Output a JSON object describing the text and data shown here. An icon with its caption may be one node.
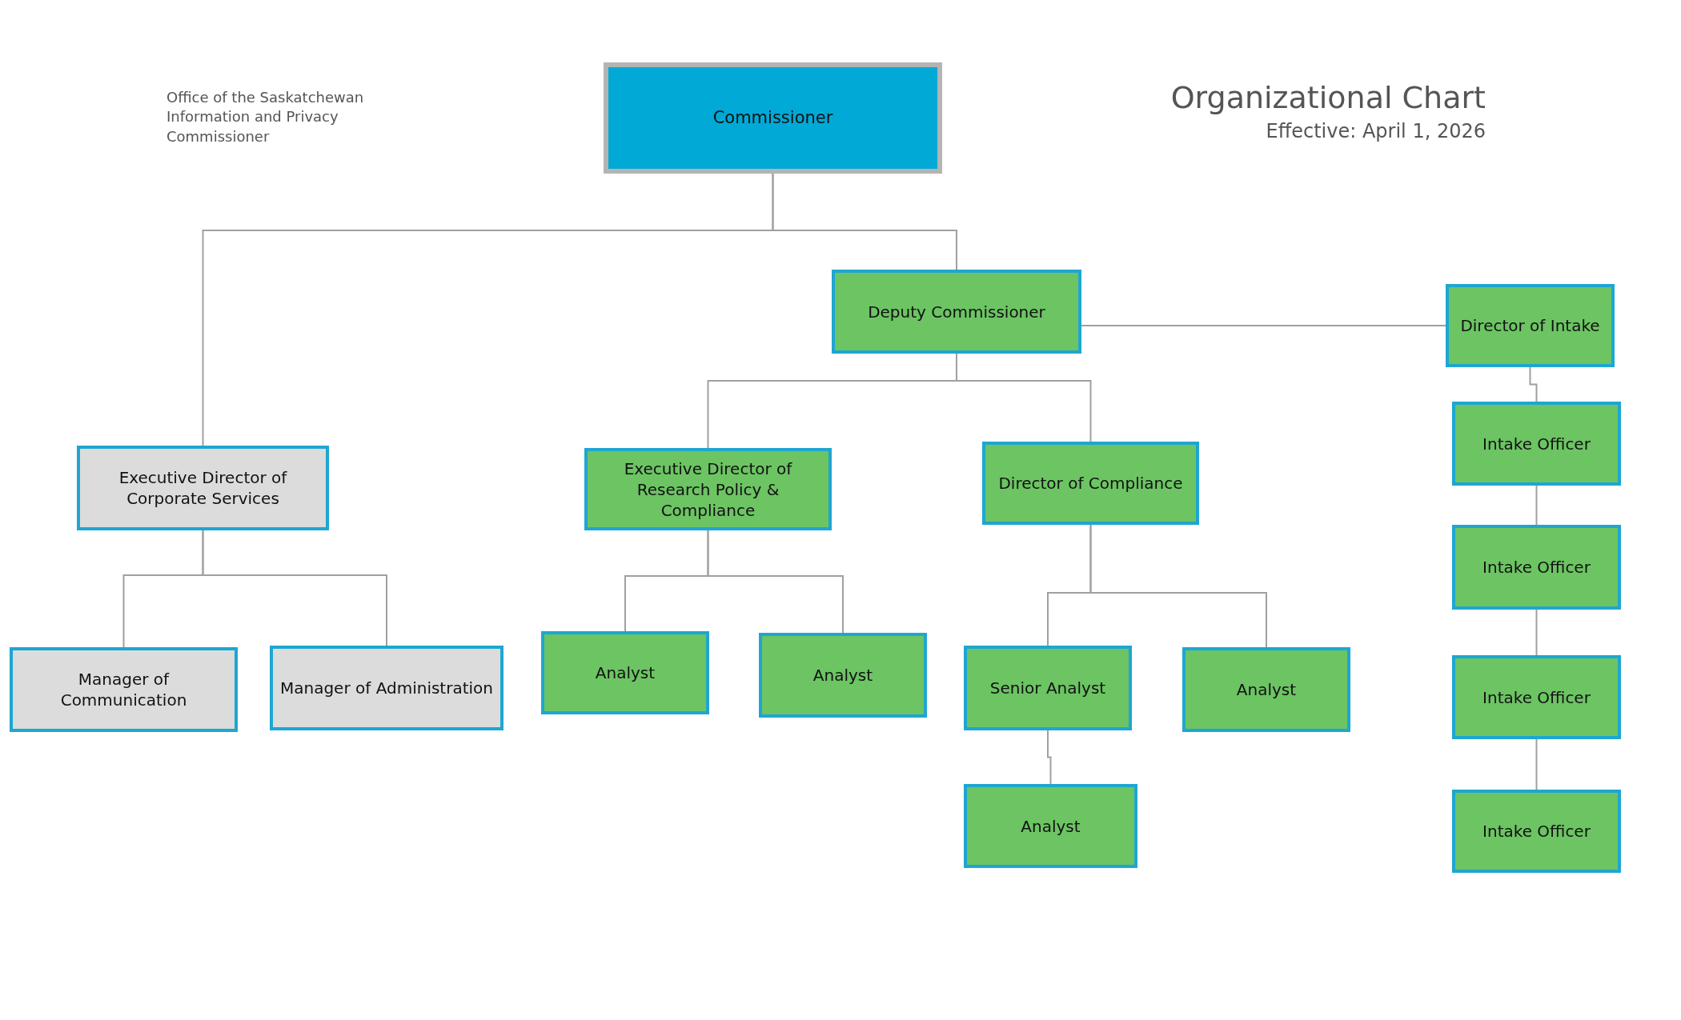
{
  "diagram": {
    "title": "Organizational Chart",
    "caption": "Effective: April 1, 2026",
    "nodes": [
      {
        "text": [
          "Commissioner"
        ]
      },
      {
        "text": [
          "Executive Director of Corporate Services"
        ]
      },
      {
        "text": [
          "Deputy Commissioner"
        ]
      },
      {
        "text": [
          "Director of Intake"
        ]
      },
      {
        "text": [
          "Intake Officer"
        ]
      },
      {
        "text": [
          "Intake Officer"
        ]
      },
      {
        "text": [
          "Intake Officer"
        ]
      },
      {
        "text": [
          "Intake Officer"
        ]
      },
      {
        "text": [
          "Executive Director of Research Policy & Compliance"
        ]
      },
      {
        "text": [
          "Director of Compliance"
        ]
      },
      {
        "text": [
          "Manager of Communication"
        ]
      },
      {
        "text": [
          "Manager of Administration"
        ]
      },
      {
        "text": [
          "Analyst"
        ]
      },
      {
        "text": [
          "Analyst"
        ]
      },
      {
        "text": [
          "Senior Analyst"
        ]
      },
      {
        "text": [
          "Analyst"
        ]
      },
      {
        "text": [
          "Analyst"
        ]
      }
    ],
    "edges": [
      {
        "from": 0,
        "to": 1,
        "arrow": "none"
      },
      {
        "from": 0,
        "to": 2,
        "arrow": "none"
      },
      {
        "from": 2,
        "to": 3,
        "arrow": "none"
      },
      {
        "from": 3,
        "to": 4,
        "arrow": "none"
      },
      {
        "from": 4,
        "to": 5,
        "arrow": "none"
      },
      {
        "from": 5,
        "to": 6,
        "arrow": "none"
      },
      {
        "from": 6,
        "to": 7,
        "arrow": "none"
      },
      {
        "from": 2,
        "to": 8,
        "arrow": "none"
      },
      {
        "from": 2,
        "to": 9,
        "arrow": "none"
      },
      {
        "from": 1,
        "to": 10,
        "arrow": "none"
      },
      {
        "from": 1,
        "to": 11,
        "arrow": "none"
      },
      {
        "from": 8,
        "to": 12,
        "arrow": "none"
      },
      {
        "from": 8,
        "to": 13,
        "arrow": "none"
      },
      {
        "from": 9,
        "to": 14,
        "arrow": "none"
      },
      {
        "from": 9,
        "to": 15,
        "arrow": "none"
      },
      {
        "from": 14,
        "to": 16,
        "arrow": "none"
      }
    ],
    "labels": [
      "Office of the Saskatchewan Information and Privacy Commissioner"
    ]
  }
}
